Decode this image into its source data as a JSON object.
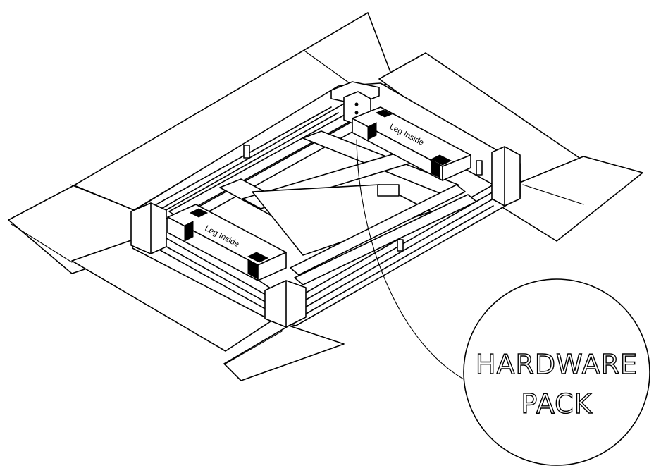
{
  "diagram": {
    "labels": {
      "leg_box_top": "Leg Inside",
      "leg_box_bottom": "Leg Inside"
    },
    "callout": {
      "line1": "HARDWARE",
      "line2": "PACK"
    }
  }
}
